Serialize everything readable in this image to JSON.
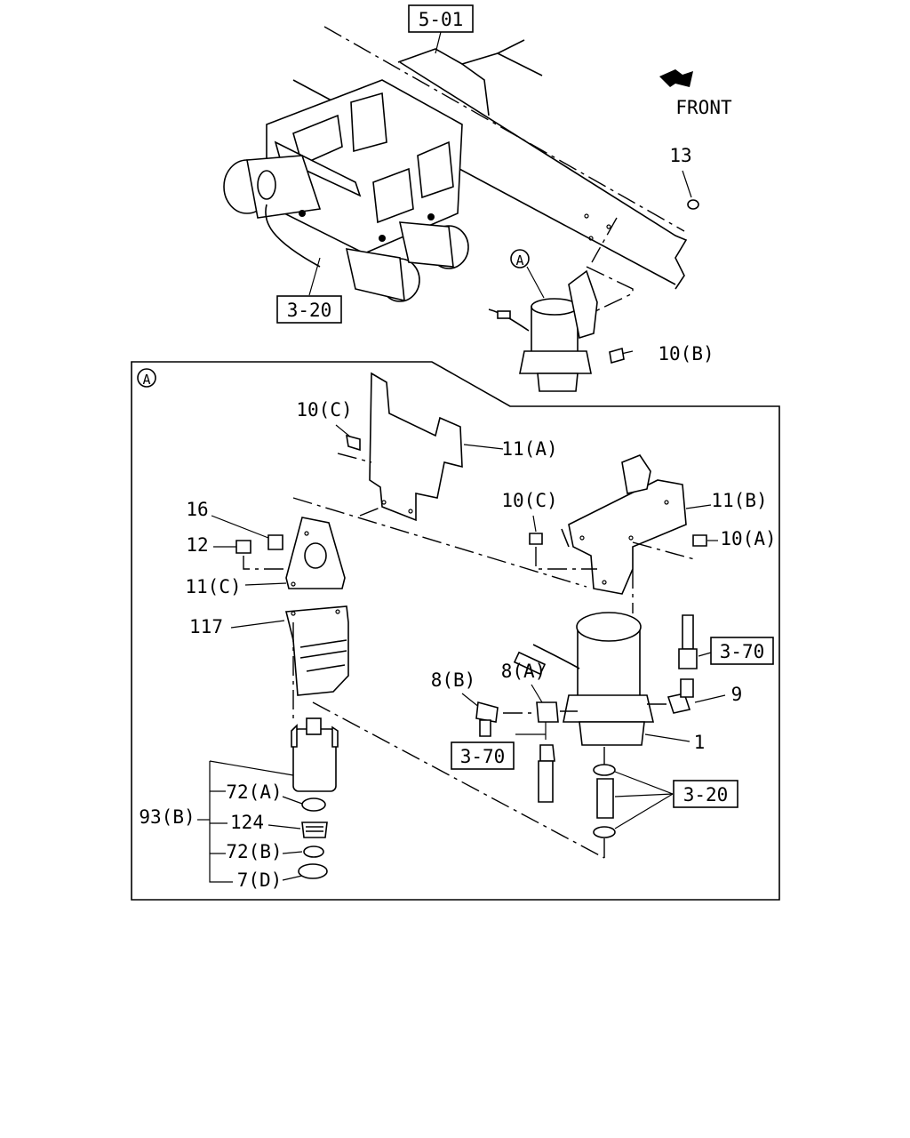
{
  "references": {
    "frame_ref": "5-01",
    "tank_ref": "3-20",
    "pipe_ref_right": "3-70",
    "pipe_ref_left": "3-70",
    "hose_ref": "3-20"
  },
  "direction": {
    "label": "FRONT"
  },
  "detail": {
    "marker": "A"
  },
  "callouts": {
    "p13": "13",
    "p10b": "10(B)",
    "p10c_top": "10(C)",
    "p11a": "11(A)",
    "p16": "16",
    "p12": "12",
    "p11c": "11(C)",
    "p117": "117",
    "p10c_mid": "10(C)",
    "p11b": "11(B)",
    "p10a": "10(A)",
    "p8b": "8(B)",
    "p8a": "8(A)",
    "p9": "9",
    "p1": "1",
    "p93b": "93(B)",
    "p72a": "72(A)",
    "p124": "124",
    "p72b": "72(B)",
    "p7d": "7(D)"
  }
}
